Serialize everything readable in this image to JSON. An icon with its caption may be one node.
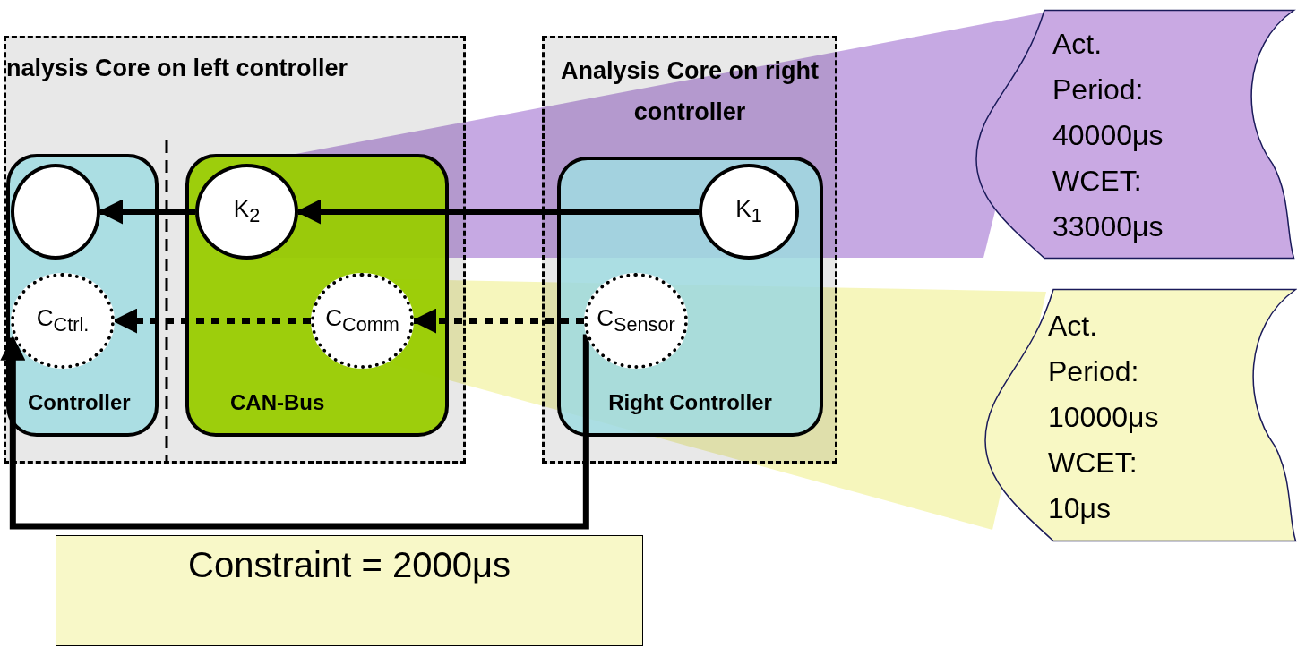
{
  "diagram": {
    "nodes": [
      {
        "text": [
          "nalysis Core on left controller"
        ]
      },
      {
        "text": [
          "Controller"
        ],
        "in": 0
      },
      {
        "text": [],
        "shape": "circle",
        "in": 1
      },
      {
        "text": [
          "C$_{Ctrl.}$"
        ],
        "in": 1
      },
      {
        "text": [
          "CAN-Bus"
        ],
        "in": 0
      },
      {
        "text": [
          "K$_{2}$"
        ],
        "in": 4
      },
      {
        "text": [
          "C$_{Comm}$"
        ],
        "in": 4
      },
      {
        "text": [
          "Analysis Core on right controller"
        ]
      },
      {
        "text": [
          "Right Controller"
        ],
        "in": 7
      },
      {
        "text": [
          "K$_{1}$"
        ],
        "in": 8
      },
      {
        "text": [
          "C$_{Sensor}$"
        ],
        "in": 8
      },
      {
        "text": [
          "Act. Period: 40000μs",
          "WCET: 33000μs"
        ]
      },
      {
        "text": [
          "Act. Period: 10000μs",
          "WCET: 10μs"
        ]
      },
      {
        "text": [
          "Constraint = 2000μs"
        ]
      }
    ],
    "edges": [
      {
        "from": 9,
        "to": 5,
        "arrow": "to"
      },
      {
        "from": 5,
        "to": 2,
        "arrow": "to"
      },
      {
        "from": 10,
        "to": 6,
        "arrow": "to",
        "style": "dashed"
      },
      {
        "from": 6,
        "to": 3,
        "arrow": "to",
        "style": "dashed"
      },
      {
        "from": 11,
        "to": 5,
        "arrow": "none",
        "color": "#a070d0"
      },
      {
        "from": 12,
        "to": 6,
        "arrow": "none",
        "color": "#f0f090"
      },
      {
        "from": 10,
        "to": 3,
        "arrow": "to"
      }
    ]
  }
}
